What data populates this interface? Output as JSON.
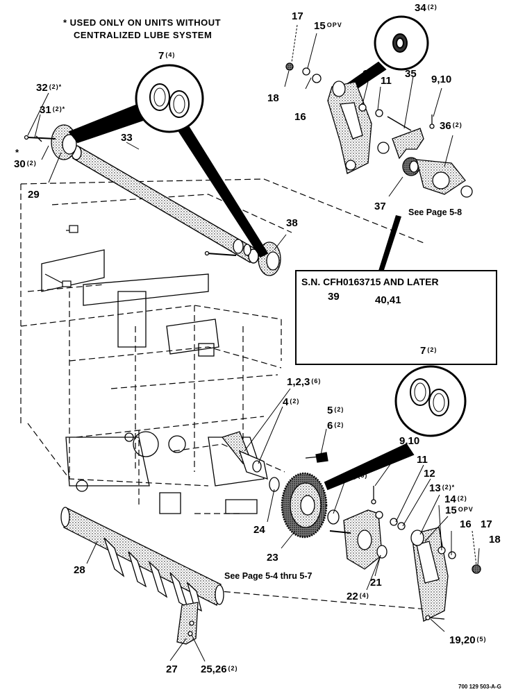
{
  "note": {
    "line1": "* USED ONLY ON UNITS WITHOUT",
    "line2": "CENTRALIZED LUBE SYSTEM"
  },
  "inset": {
    "title": "S.N. CFH0163715 AND LATER",
    "labels": {
      "l39": "39",
      "l40": "40,41"
    }
  },
  "refs": {
    "page_5_8": "See Page 5-8",
    "page_5_4": "See Page 5-4 thru 5-7"
  },
  "drawing_code": "700 129 503-A-G",
  "callouts": {
    "c17t": {
      "num": "17",
      "sub": ""
    },
    "c15t": {
      "num": "15",
      "sub": "OPV"
    },
    "c34": {
      "num": "34",
      "sub": "(2)"
    },
    "c7t": {
      "num": "7",
      "sub": "(4)"
    },
    "c32": {
      "num": "32",
      "sub": "(2)*"
    },
    "c31": {
      "num": "31",
      "sub": "(2)*"
    },
    "c30": {
      "num": "30",
      "sub": "(2)"
    },
    "c30star": {
      "num": "*",
      "sub": ""
    },
    "c29": {
      "num": "29",
      "sub": ""
    },
    "c33": {
      "num": "33",
      "sub": ""
    },
    "c18t": {
      "num": "18",
      "sub": ""
    },
    "c16t": {
      "num": "16",
      "sub": ""
    },
    "c12t": {
      "num": "12",
      "sub": ""
    },
    "c11t": {
      "num": "11",
      "sub": ""
    },
    "c35": {
      "num": "35",
      "sub": ""
    },
    "c910t": {
      "num": "9,10",
      "sub": ""
    },
    "c36": {
      "num": "36",
      "sub": "(2)"
    },
    "c37": {
      "num": "37",
      "sub": ""
    },
    "c38": {
      "num": "38",
      "sub": ""
    },
    "c7b": {
      "num": "7",
      "sub": "(2)"
    },
    "c123": {
      "num": "1,2,3",
      "sub": "(6)"
    },
    "c4": {
      "num": "4",
      "sub": "(2)"
    },
    "c5": {
      "num": "5",
      "sub": "(2)"
    },
    "c6": {
      "num": "6",
      "sub": "(2)"
    },
    "c910b": {
      "num": "9,10",
      "sub": ""
    },
    "c11b": {
      "num": "11",
      "sub": ""
    },
    "c12b": {
      "num": "12",
      "sub": ""
    },
    "c8": {
      "num": "8",
      "sub": "(3)"
    },
    "c13": {
      "num": "13",
      "sub": "(2)*"
    },
    "c14": {
      "num": "14",
      "sub": "(2)"
    },
    "c15b": {
      "num": "15",
      "sub": "OPV"
    },
    "c16b": {
      "num": "16",
      "sub": ""
    },
    "c17b": {
      "num": "17",
      "sub": ""
    },
    "c18b": {
      "num": "18",
      "sub": ""
    },
    "c24": {
      "num": "24",
      "sub": ""
    },
    "c23": {
      "num": "23",
      "sub": ""
    },
    "c21": {
      "num": "21",
      "sub": ""
    },
    "c22": {
      "num": "22",
      "sub": "(4)"
    },
    "c28": {
      "num": "28",
      "sub": ""
    },
    "c19": {
      "num": "19,20",
      "sub": "(5)"
    },
    "c27": {
      "num": "27",
      "sub": ""
    },
    "c25": {
      "num": "25,26",
      "sub": "(2)"
    }
  }
}
